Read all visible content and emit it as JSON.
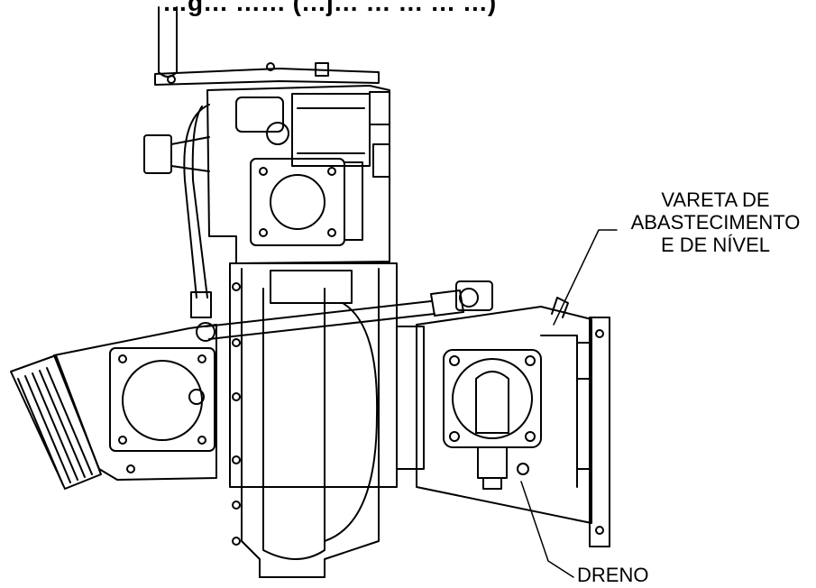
{
  "title": {
    "text": "…g… …… (…j… … … … …)"
  },
  "labels": {
    "vareta_line1": "VARETA DE",
    "vareta_line2": "ABASTECIMENTO",
    "vareta_line3": "E DE NÍVEL",
    "dreno": "DRENO"
  },
  "colors": {
    "line": "#000000",
    "background": "#ffffff"
  }
}
